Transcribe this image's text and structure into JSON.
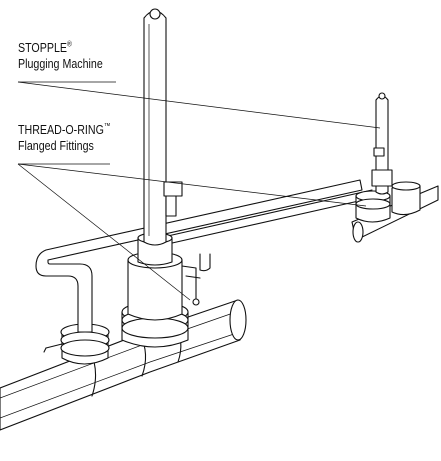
{
  "labels": {
    "stopple": {
      "name": "STOPPLE",
      "mark": "®",
      "desc": "Plugging Machine"
    },
    "thread": {
      "name": "THREAD-O-RING",
      "mark": "™",
      "desc": "Flanged Fittings"
    }
  },
  "colors": {
    "ink": "#111111",
    "paper": "#ffffff"
  }
}
